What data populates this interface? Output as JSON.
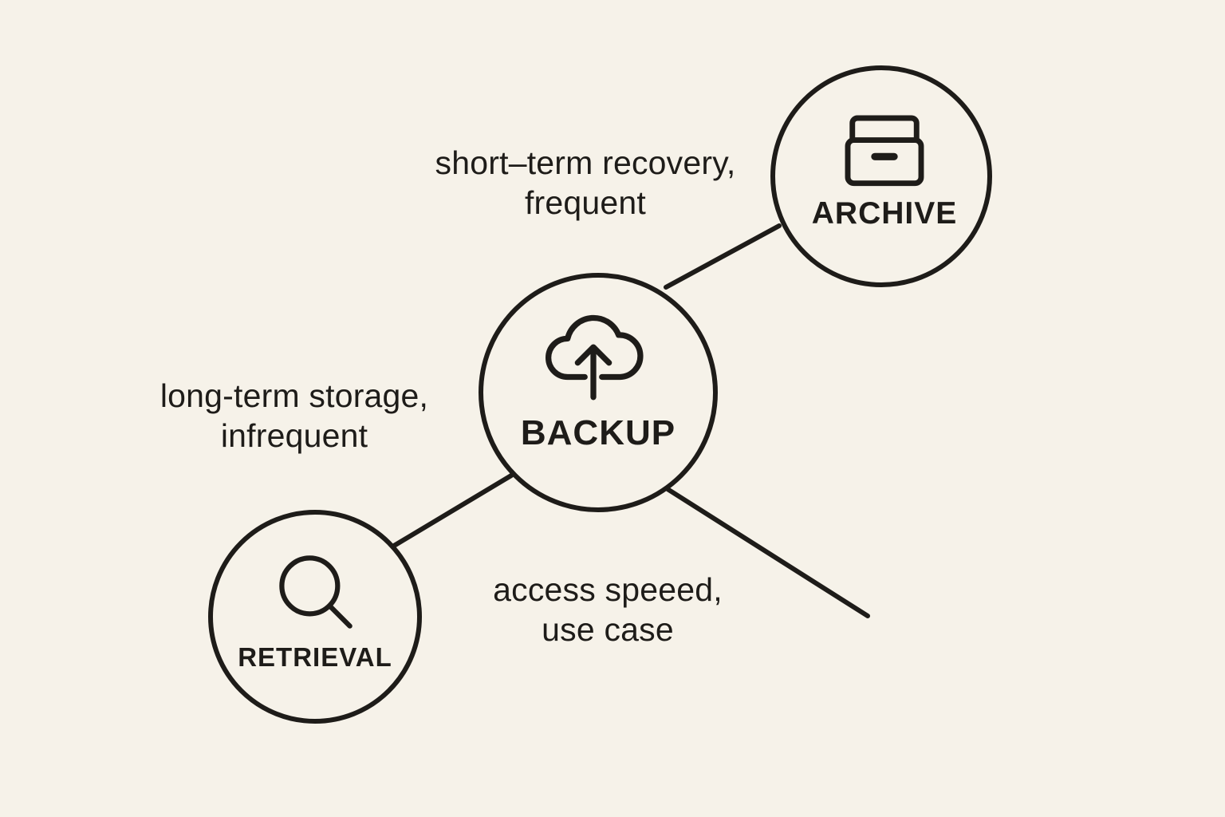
{
  "colors": {
    "background": "#f6f2e9",
    "ink": "#1e1c19"
  },
  "nodes": {
    "backup": {
      "label": "BACKUP",
      "icon": "cloud-upload-icon"
    },
    "archive": {
      "label": "ARCHIVE",
      "icon": "archive-box-icon"
    },
    "retrieval": {
      "label": "RETRIEVAL",
      "icon": "magnifier-icon"
    }
  },
  "edge_labels": {
    "backup_archive": {
      "line1": "short–term recovery,",
      "line2": "frequent"
    },
    "backup_retrieval": {
      "line1": "long-term storage,",
      "line2": "infrequent"
    },
    "backup_bottom": {
      "line1": "access speeed,",
      "line2": "use case"
    }
  }
}
